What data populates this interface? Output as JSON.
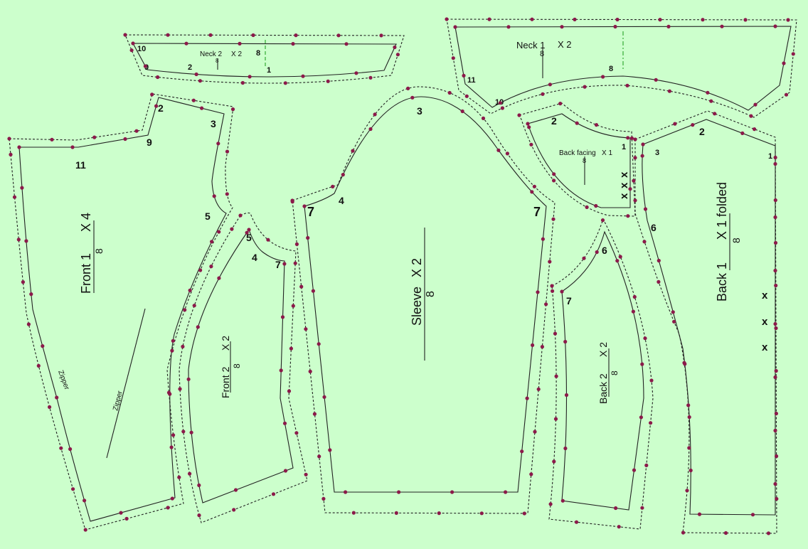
{
  "colors": {
    "background": "#ccffcc",
    "line": "#222222",
    "notch_dot": "#8b1a4a",
    "grain_center": "#33aa33"
  },
  "pieces": {
    "neck2": {
      "title": "Neck 2",
      "qty": "X 2",
      "grain": "8",
      "marks": [
        "10",
        "9",
        "2",
        "8",
        "1"
      ]
    },
    "neck1": {
      "title": "Neck 1",
      "qty": "X 2",
      "grain": "8",
      "marks": [
        "11",
        "10",
        "8"
      ]
    },
    "front1": {
      "title": "Front 1",
      "qty": "X 4",
      "grain": "8",
      "zipper_edge": "Zipper",
      "zipper_line": "Zipper",
      "marks": [
        "2",
        "3",
        "9",
        "11",
        "5"
      ]
    },
    "front2": {
      "title": "Front 2",
      "qty": "X 2",
      "grain": "8",
      "marks": [
        "5",
        "4",
        "7"
      ]
    },
    "sleeve": {
      "title": "Sleeve",
      "qty": "X 2",
      "grain": "8",
      "marks": [
        "3",
        "4",
        "7",
        "7"
      ]
    },
    "back_facing": {
      "title": "Back facing",
      "qty": "X 1",
      "grain": "8",
      "marks": [
        "2",
        "1"
      ],
      "crosses": [
        "x",
        "x",
        "x"
      ]
    },
    "back2": {
      "title": "Back 2",
      "qty": "X 2",
      "grain": "8",
      "marks": [
        "6",
        "7"
      ]
    },
    "back1": {
      "title": "Back 1",
      "qty": "X 1 folded",
      "grain": "8",
      "marks": [
        "2",
        "3",
        "1",
        "6"
      ],
      "crosses": [
        "x",
        "x",
        "x"
      ]
    }
  }
}
